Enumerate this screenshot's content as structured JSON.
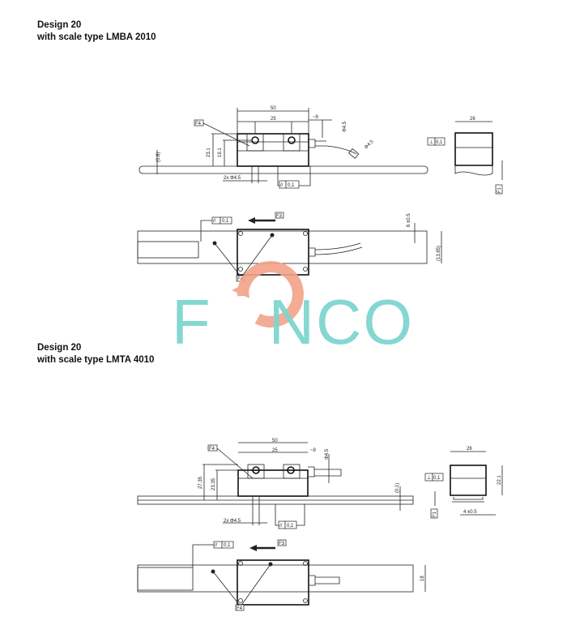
{
  "section1": {
    "title": "Design 20",
    "subtitle": "with scale type LMBA 2010"
  },
  "section2": {
    "title": "Design 20",
    "subtitle": "with scale type LMTA 4010"
  },
  "drawing1": {
    "d50": "50",
    "d25": "25",
    "d9": "~9",
    "h231": "23.1",
    "h191": "19.1",
    "h08": "(0.8)",
    "holes": "2x Φ4.5",
    "cable1": "Φ4.5",
    "cable2": "Φ4.5",
    "par": "//",
    "tol": "0,1",
    "ref": "F4",
    "w26": "26",
    "perp": "⊥",
    "ptol": "0,1",
    "f1": "F1"
  },
  "drawing2": {
    "par": "//",
    "tol": "0,1",
    "ref": "F3",
    "gap": "6 ±0.5",
    "h": "(13.85)",
    "ref2": "F4"
  },
  "drawing3": {
    "d50": "50",
    "d25": "25",
    "d9": "~9",
    "cable": "Φ4.5",
    "h2735": "27.35",
    "h2335": "23.35",
    "h01": "(0.1)",
    "holes": "2x Φ4.5",
    "par": "//",
    "tol": "0,1",
    "ref": "F4",
    "w26": "26",
    "h221": "22.1",
    "perp": "⊥",
    "ptol": "0,1",
    "f1": "F1",
    "off": "4 ±0.5"
  },
  "drawing4": {
    "par": "//",
    "tol": "0,1",
    "ref": "F3",
    "h": "18",
    "ref2": "F4"
  },
  "logo": {
    "text_f": "F",
    "text_rest": "NCO",
    "brand_teal": "#7fd5cf",
    "brand_orange": "#f2a389"
  }
}
